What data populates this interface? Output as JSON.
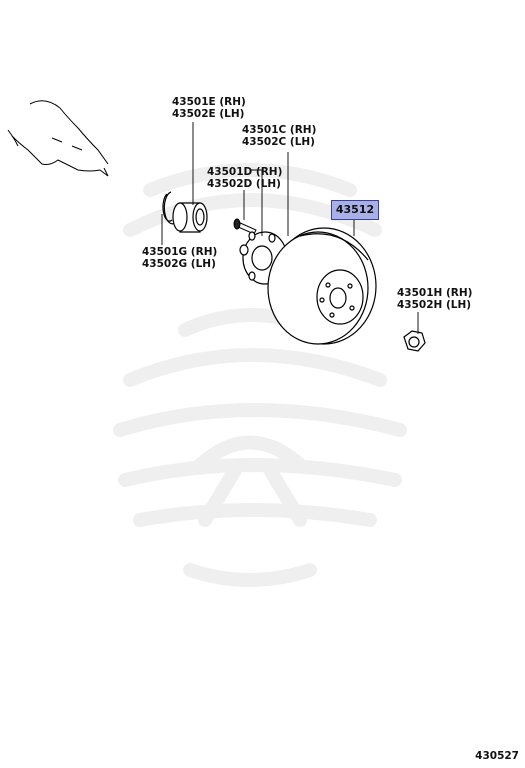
{
  "callouts": {
    "e": {
      "rh": "43501E (RH)",
      "lh": "43502E (LH)"
    },
    "c": {
      "rh": "43501C (RH)",
      "lh": "43502C (LH)"
    },
    "d": {
      "rh": "43501D (RH)",
      "lh": "43502D (LH)"
    },
    "g": {
      "rh": "43501G (RH)",
      "lh": "43502G (LH)"
    },
    "h": {
      "rh": "43501H (RH)",
      "lh": "43502H (LH)"
    },
    "rotor": "43512"
  },
  "figure_number": "430527",
  "colors": {
    "line": "#000000",
    "highlight_fill": "#a9b0e8",
    "highlight_border": "#3a3f9a",
    "watermark": "#f0f0f0"
  }
}
